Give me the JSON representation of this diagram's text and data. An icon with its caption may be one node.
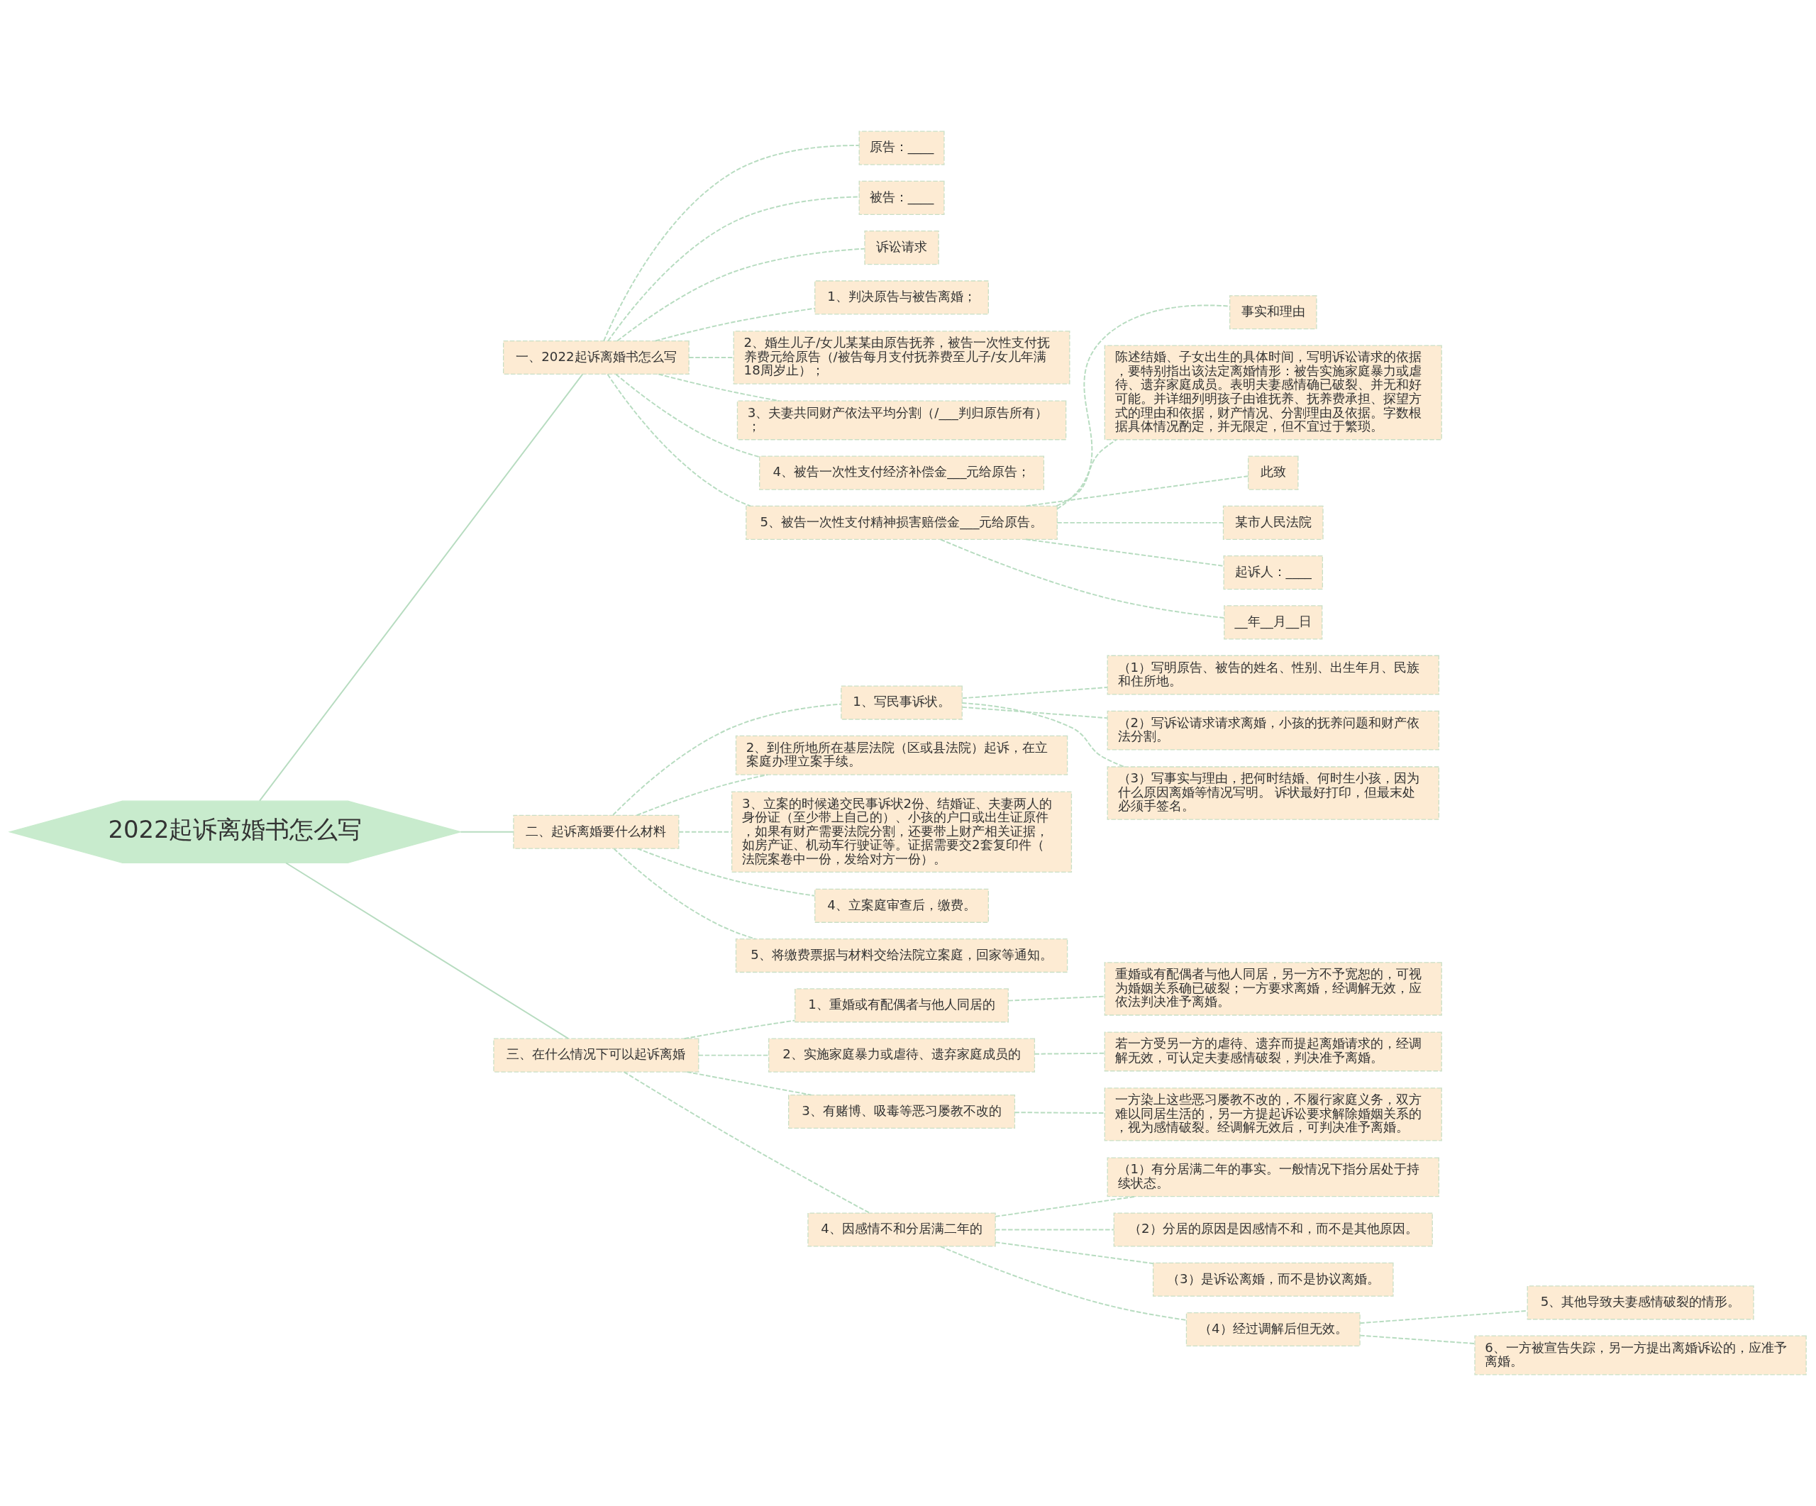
{
  "diagram": {
    "nodes": [
      {
        "text": [
          "2022起诉离婚书怎么写"
        ]
      },
      {
        "text": [
          "一、2022起诉离婚书怎么写"
        ]
      },
      {
        "text": [
          "原告：____"
        ]
      },
      {
        "text": [
          "被告：____"
        ]
      },
      {
        "text": [
          "诉讼请求"
        ]
      },
      {
        "text": [
          "1、判决原告与被告离婚；"
        ]
      },
      {
        "text": [
          "2、婚生儿子/女儿某某由原告抚养，被告一次性支付抚养费元给原告（/被告每月支付抚养费至儿子/女儿年满18周岁止）；"
        ]
      },
      {
        "text": [
          "3、夫妻共同财产依法平均分割（/___判归原告所有）；"
        ]
      },
      {
        "text": [
          "4、被告一次性支付经济补偿金___元给原告；"
        ]
      },
      {
        "text": [
          "5、被告一次性支付精神损害赔偿金___元给原告。"
        ]
      },
      {
        "text": [
          "事实和理由"
        ]
      },
      {
        "text": [
          "陈述结婚、子女出生的具体时间，写明诉讼请求的依据，要特别指出该法定离婚情形：被告实施家庭暴力或虐待、遗弃家庭成员。表明夫妻感情确已破裂、并无和好可能。并详细列明孩子由谁抚养、抚养费承担、探望方式的理由和依据，财产情况、分割理由及依据。字数根据具体情况酌定，并无限定，但不宜过于繁琐。"
        ]
      },
      {
        "text": [
          "此致"
        ]
      },
      {
        "text": [
          "某市人民法院"
        ]
      },
      {
        "text": [
          "起诉人：____"
        ]
      },
      {
        "text": [
          "__年__月__日"
        ]
      },
      {
        "text": [
          "二、起诉离婚要什么材料"
        ]
      },
      {
        "text": [
          "1、写民事诉状。"
        ]
      },
      {
        "text": [
          "（1）写明原告、被告的姓名、性别、出生年月、民族和住所地。"
        ]
      },
      {
        "text": [
          "（2）写诉讼请求请求离婚，小孩的抚养问题和财产依法分割。"
        ]
      },
      {
        "text": [
          "（3）写事实与理由，把何时结婚、何时生小孩，因为什么原因离婚等情况写明。 诉状最好打印，但最末处必须手签名。"
        ]
      },
      {
        "text": [
          "2、到住所地所在基层法院（区或县法院）起诉，在立案庭办理立案手续。"
        ]
      },
      {
        "text": [
          "3、立案的时候递交民事诉状2份、结婚证、夫妻两人的身份证（至少带上自己的）、小孩的户口或出生证原件，如果有财产需要法院分割，还要带上财产相关证据，如房产证、机动车行驶证等。证据需要交2套复印件（法院案卷中一份，发给对方一份）。"
        ]
      },
      {
        "text": [
          "4、立案庭审查后，缴费。"
        ]
      },
      {
        "text": [
          "5、将缴费票据与材料交给法院立案庭，回家等通知。"
        ]
      },
      {
        "text": [
          "三、在什么情况下可以起诉离婚"
        ]
      },
      {
        "text": [
          "1、重婚或有配偶者与他人同居的"
        ]
      },
      {
        "text": [
          "重婚或有配偶者与他人同居，另一方不予宽恕的，可视为婚姻关系确已破裂；一方要求离婚，经调解无效，应依法判决准予离婚。"
        ]
      },
      {
        "text": [
          "2、实施家庭暴力或虐待、遗弃家庭成员的"
        ]
      },
      {
        "text": [
          "若一方受另一方的虐待、遗弃而提起离婚请求的，经调解无效，可认定夫妻感情破裂，判决准予离婚。"
        ]
      },
      {
        "text": [
          "3、有赌博、吸毒等恶习屡教不改的"
        ]
      },
      {
        "text": [
          "一方染上这些恶习屡教不改的，不履行家庭义务，双方难以同居生活的，另一方提起诉讼要求解除婚姻关系的，视为感情破裂。经调解无效后，可判决准予离婚。"
        ]
      },
      {
        "text": [
          "4、因感情不和分居满二年的"
        ]
      },
      {
        "text": [
          "（1）有分居满二年的事实。一般情况下指分居处于持续状态。"
        ]
      },
      {
        "text": [
          "（2）分居的原因是因感情不和，而不是其他原因。"
        ]
      },
      {
        "text": [
          "（3）是诉讼离婚，而不是协议离婚。"
        ]
      },
      {
        "text": [
          "（4）经过调解后但无效。"
        ]
      },
      {
        "text": [
          "5、其他导致夫妻感情破裂的情形。"
        ]
      },
      {
        "text": [
          "6、一方被宣告失踪，另一方提出离婚诉讼的，应准予离婚。"
        ]
      }
    ],
    "edges": [
      {
        "from": 0,
        "to": 1,
        "arrow": "none"
      },
      {
        "from": 1,
        "to": 2,
        "arrow": "none",
        "style": "dashed"
      },
      {
        "from": 1,
        "to": 3,
        "arrow": "none",
        "style": "dashed"
      },
      {
        "from": 1,
        "to": 4,
        "arrow": "none",
        "style": "dashed"
      },
      {
        "from": 1,
        "to": 5,
        "arrow": "none",
        "style": "dashed"
      },
      {
        "from": 1,
        "to": 6,
        "arrow": "none",
        "style": "dashed"
      },
      {
        "from": 1,
        "to": 7,
        "arrow": "none",
        "style": "dashed"
      },
      {
        "from": 1,
        "to": 8,
        "arrow": "none",
        "style": "dashed"
      },
      {
        "from": 1,
        "to": 9,
        "arrow": "none",
        "style": "dashed"
      },
      {
        "from": 9,
        "to": 10,
        "arrow": "none",
        "style": "dashed"
      },
      {
        "from": 9,
        "to": 11,
        "arrow": "none",
        "style": "dashed"
      },
      {
        "from": 9,
        "to": 12,
        "arrow": "none",
        "style": "dashed"
      },
      {
        "from": 9,
        "to": 13,
        "arrow": "none",
        "style": "dashed"
      },
      {
        "from": 9,
        "to": 14,
        "arrow": "none",
        "style": "dashed"
      },
      {
        "from": 9,
        "to": 15,
        "arrow": "none",
        "style": "dashed"
      },
      {
        "from": 0,
        "to": 16,
        "arrow": "none"
      },
      {
        "from": 16,
        "to": 17,
        "arrow": "none",
        "style": "dashed"
      },
      {
        "from": 17,
        "to": 18,
        "arrow": "none",
        "style": "dashed"
      },
      {
        "from": 17,
        "to": 19,
        "arrow": "none",
        "style": "dashed"
      },
      {
        "from": 17,
        "to": 20,
        "arrow": "none",
        "style": "dashed"
      },
      {
        "from": 16,
        "to": 21,
        "arrow": "none",
        "style": "dashed"
      },
      {
        "from": 16,
        "to": 22,
        "arrow": "none",
        "style": "dashed"
      },
      {
        "from": 16,
        "to": 23,
        "arrow": "none",
        "style": "dashed"
      },
      {
        "from": 16,
        "to": 24,
        "arrow": "none",
        "style": "dashed"
      },
      {
        "from": 0,
        "to": 25,
        "arrow": "none"
      },
      {
        "from": 25,
        "to": 26,
        "arrow": "none",
        "style": "dashed"
      },
      {
        "from": 26,
        "to": 27,
        "arrow": "none",
        "style": "dashed"
      },
      {
        "from": 25,
        "to": 28,
        "arrow": "none",
        "style": "dashed"
      },
      {
        "from": 28,
        "to": 29,
        "arrow": "none",
        "style": "dashed"
      },
      {
        "from": 25,
        "to": 30,
        "arrow": "none",
        "style": "dashed"
      },
      {
        "from": 30,
        "to": 31,
        "arrow": "none",
        "style": "dashed"
      },
      {
        "from": 25,
        "to": 32,
        "arrow": "none",
        "style": "dashed"
      },
      {
        "from": 32,
        "to": 33,
        "arrow": "none",
        "style": "dashed"
      },
      {
        "from": 32,
        "to": 34,
        "arrow": "none",
        "style": "dashed"
      },
      {
        "from": 32,
        "to": 35,
        "arrow": "none",
        "style": "dashed"
      },
      {
        "from": 32,
        "to": 36,
        "arrow": "none",
        "style": "dashed"
      },
      {
        "from": 36,
        "to": 37,
        "arrow": "none",
        "style": "dashed"
      },
      {
        "from": 36,
        "to": 38,
        "arrow": "none",
        "style": "dashed"
      }
    ]
  }
}
